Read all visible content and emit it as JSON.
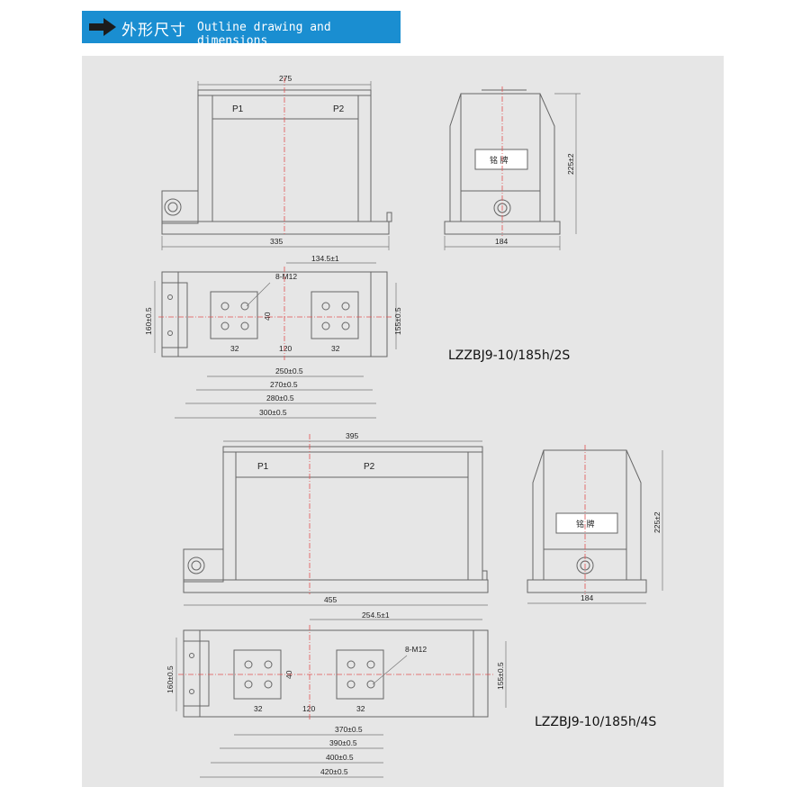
{
  "header": {
    "title_cn": "外形尺寸",
    "title_en": "Outline drawing and dimensions",
    "background": "#1a8ed1",
    "icon": "arrow-right-icon"
  },
  "drawing_1": {
    "model": "LZZBJ9-10/185h/2S",
    "front": {
      "top_width": "275",
      "base_width": "335",
      "p1": "P1",
      "p2": "P2"
    },
    "side": {
      "height": "225±2",
      "width": "184",
      "nameplate": "铭 牌"
    },
    "plan": {
      "offset": "134.5±1",
      "thread": "8-M12",
      "hole_v": "40",
      "hole_h_left": "32",
      "hole_h_right": "32",
      "center_spacing": "120",
      "height_left": "160±0.5",
      "height_right": "155±0.5",
      "dims": [
        "250±0.5",
        "270±0.5",
        "280±0.5",
        "300±0.5"
      ]
    }
  },
  "drawing_2": {
    "model": "LZZBJ9-10/185h/4S",
    "front": {
      "top_width": "395",
      "base_width": "455",
      "p1": "P1",
      "p2": "P2"
    },
    "side": {
      "height": "225±2",
      "width": "184",
      "nameplate": "铭 牌"
    },
    "plan": {
      "offset": "254.5±1",
      "thread": "8-M12",
      "hole_v": "40",
      "hole_h_left": "32",
      "hole_h_right": "32",
      "center_spacing": "120",
      "height_left": "160±0.5",
      "height_right": "155±0.5",
      "dims": [
        "370±0.5",
        "390±0.5",
        "400±0.5",
        "420±0.5"
      ]
    }
  }
}
